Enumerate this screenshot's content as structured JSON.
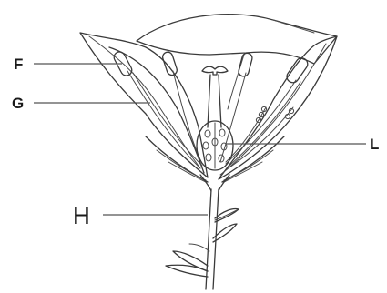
{
  "labels": {
    "f": "F",
    "g": "G",
    "h": "H",
    "l": "L"
  },
  "colors": {
    "ink": "#3a3a3a",
    "background": "#ffffff"
  }
}
